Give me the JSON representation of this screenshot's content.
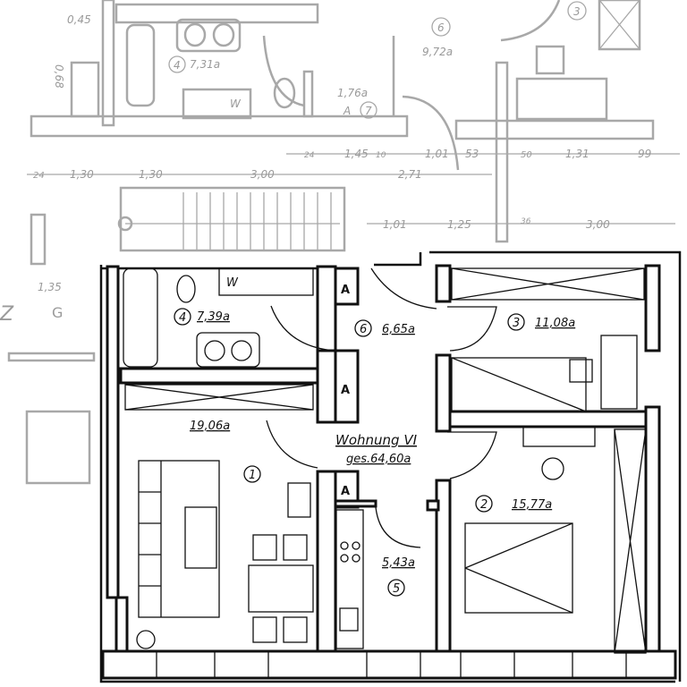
{
  "upper_floor": {
    "rooms": [
      {
        "number": "4",
        "area": "7,31a"
      },
      {
        "number": "6",
        "area": "9,72a"
      },
      {
        "number": "7",
        "area": "1,76a",
        "tag": "A"
      },
      {
        "number": "3",
        "area": ""
      }
    ],
    "wc_label": "W",
    "dimensions_row1": [
      "24",
      "1,45",
      "10",
      "1,01",
      "53",
      "50",
      "1,31",
      "99"
    ],
    "dimensions_row2": [
      "24",
      "1,30",
      "1,30",
      "3,00",
      "2,71"
    ],
    "dimensions_row3": [
      "1,01",
      "1,25",
      "36",
      "3,00"
    ],
    "side_dims": [
      "0,45",
      "0,68",
      "1,35"
    ],
    "side_label": "G",
    "side_letter": "Z"
  },
  "apartment": {
    "name": "Wohnung VI",
    "total": "ges.64,60a",
    "rooms": [
      {
        "number": "1",
        "area": "19,06a"
      },
      {
        "number": "2",
        "area": "15,77a"
      },
      {
        "number": "3",
        "area": "11,08a"
      },
      {
        "number": "4",
        "area": "7,39a"
      },
      {
        "number": "5",
        "area": "5,43a"
      },
      {
        "number": "6",
        "area": "6,65a"
      }
    ],
    "closet_label": "A",
    "wc_label": "W"
  }
}
